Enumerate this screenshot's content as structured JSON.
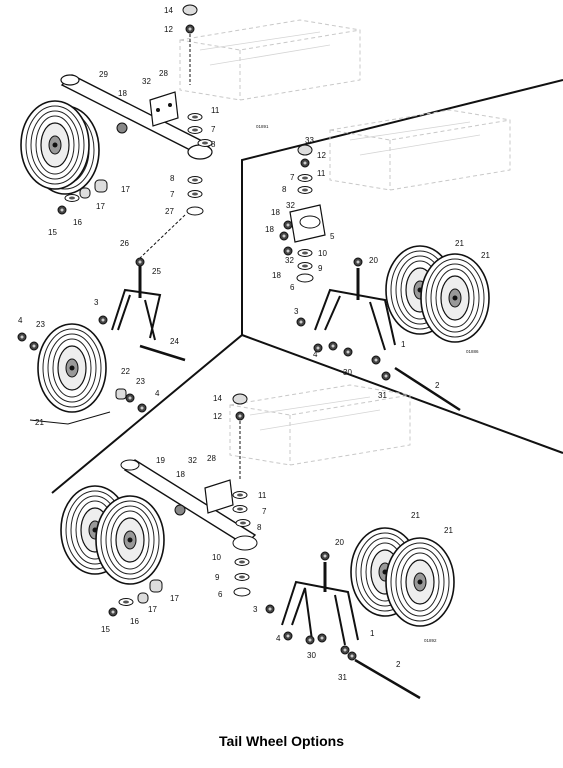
{
  "caption": "Tail Wheel Options",
  "drawing_codes": [
    "01891",
    "01886",
    "01892"
  ],
  "panels": {
    "top_left": {
      "callouts": [
        "14",
        "12",
        "29",
        "32",
        "28",
        "18",
        "11",
        "7",
        "8",
        "8",
        "7",
        "27",
        "17",
        "17",
        "16",
        "15",
        "26",
        "25",
        "3",
        "4",
        "23",
        "24",
        "22",
        "23",
        "4",
        "21"
      ]
    },
    "right": {
      "callouts": [
        "33",
        "12",
        "11",
        "7",
        "8",
        "32",
        "18",
        "18",
        "32",
        "18",
        "5",
        "10",
        "9",
        "6",
        "20",
        "21",
        "21",
        "3",
        "4",
        "30",
        "1",
        "31",
        "2"
      ]
    },
    "bottom": {
      "callouts": [
        "14",
        "12",
        "19",
        "32",
        "28",
        "18",
        "11",
        "7",
        "8",
        "10",
        "9",
        "6",
        "17",
        "17",
        "16",
        "15",
        "20",
        "21",
        "21",
        "3",
        "4",
        "30",
        "1",
        "31",
        "2"
      ]
    }
  }
}
